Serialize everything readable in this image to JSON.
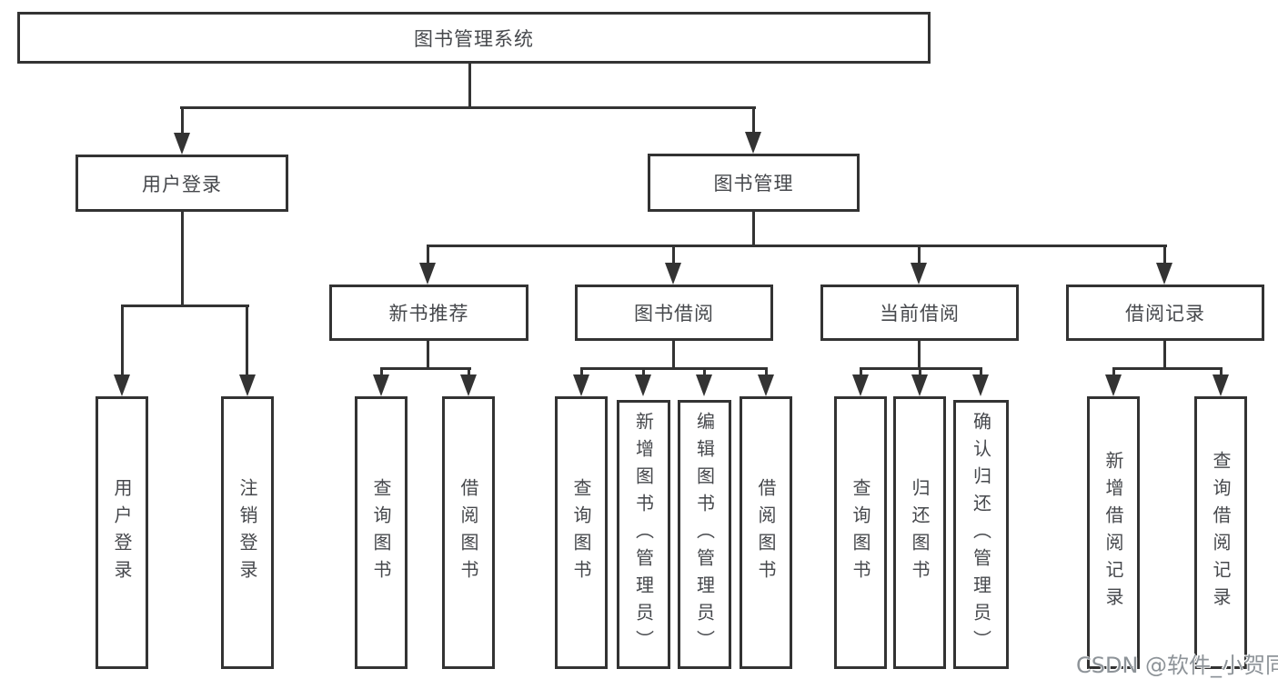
{
  "tree": {
    "root": "图书管理系统",
    "branches": {
      "user_login": "用户登录",
      "book_management": "图书管理"
    },
    "modules": {
      "new_book_recommend": "新书推荐",
      "book_borrowing": "图书借阅",
      "current_borrowing": "当前借阅",
      "borrowing_records": "借阅记录"
    },
    "leaves": {
      "user_login": [
        "用户登录",
        "注销登录"
      ],
      "new_book_recommend": [
        "查询图书",
        "借阅图书"
      ],
      "book_borrowing": [
        "查询图书",
        "新增图书（管理员）",
        "编辑图书（管理员）",
        "借阅图书"
      ],
      "current_borrowing": [
        "查询图书",
        "归还图书",
        "确认归还（管理员）"
      ],
      "borrowing_records": [
        "新增借阅记录",
        "查询借阅记录"
      ]
    }
  },
  "watermark": "CSDN @软件_小贺同学",
  "colors": {
    "line": "#333333",
    "text": "#46484c",
    "watermark": "#8d9398",
    "background": "#ffffff"
  }
}
